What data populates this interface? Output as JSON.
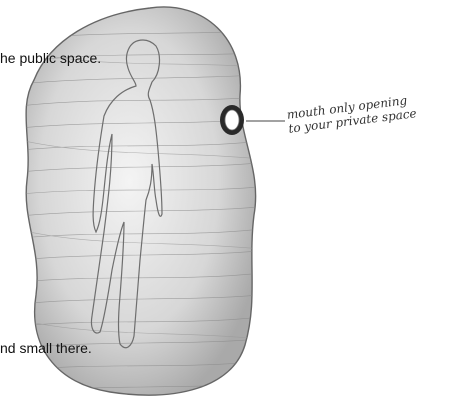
{
  "captions": {
    "top": "he public space.",
    "bottom": "nd small there."
  },
  "annotation": {
    "line1": "mouth only opening",
    "line2": "to your private space"
  },
  "colors": {
    "pencil": "#555555",
    "shade": "#cfcfcf",
    "background": "#ffffff"
  }
}
